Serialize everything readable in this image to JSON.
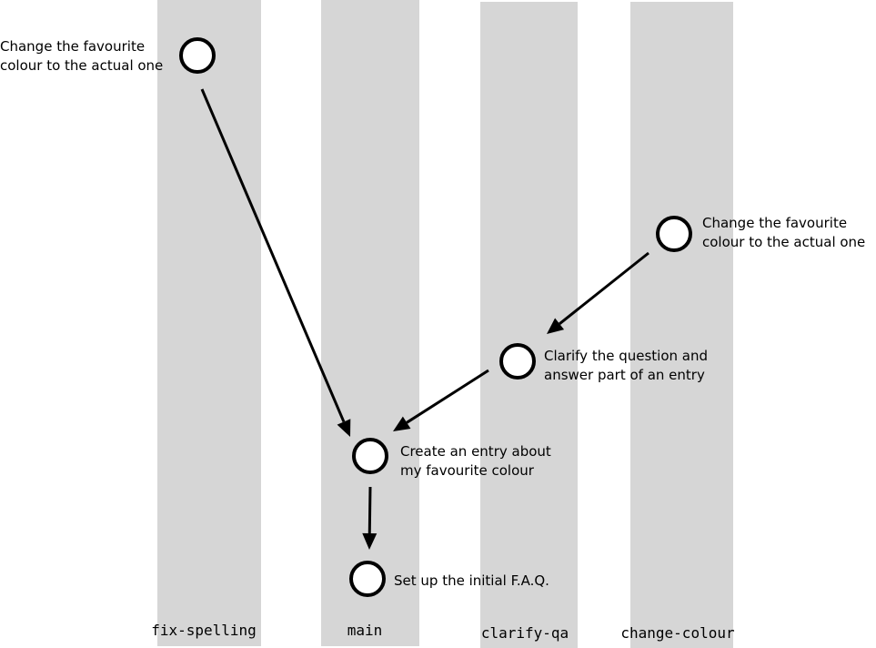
{
  "colors": {
    "lane": "#d6d6d6",
    "ink": "#000000",
    "background": "#ffffff"
  },
  "branches": [
    {
      "id": "fix-spelling",
      "label": "fix-spelling"
    },
    {
      "id": "main",
      "label": "main"
    },
    {
      "id": "clarify-qa",
      "label": "clarify-qa"
    },
    {
      "id": "change-colour",
      "label": "change-colour"
    }
  ],
  "commits": [
    {
      "id": "c1",
      "branch": "main",
      "lines": [
        "Set up the initial F.A.Q."
      ]
    },
    {
      "id": "c2",
      "branch": "main",
      "lines": [
        "Create an entry about",
        "my favourite colour"
      ]
    },
    {
      "id": "c3",
      "branch": "clarify-qa",
      "lines": [
        "Clarify the question and",
        "answer part of an entry"
      ]
    },
    {
      "id": "c4",
      "branch": "change-colour",
      "lines": [
        "Change the favourite",
        "colour to the actual one"
      ]
    },
    {
      "id": "c5",
      "branch": "fix-spelling",
      "lines": [
        "Change the favourite",
        "colour to the actual one"
      ]
    }
  ],
  "edges": [
    {
      "from": "c2",
      "to": "c1"
    },
    {
      "from": "c3",
      "to": "c2"
    },
    {
      "from": "c4",
      "to": "c3"
    },
    {
      "from": "c5",
      "to": "c2"
    }
  ]
}
